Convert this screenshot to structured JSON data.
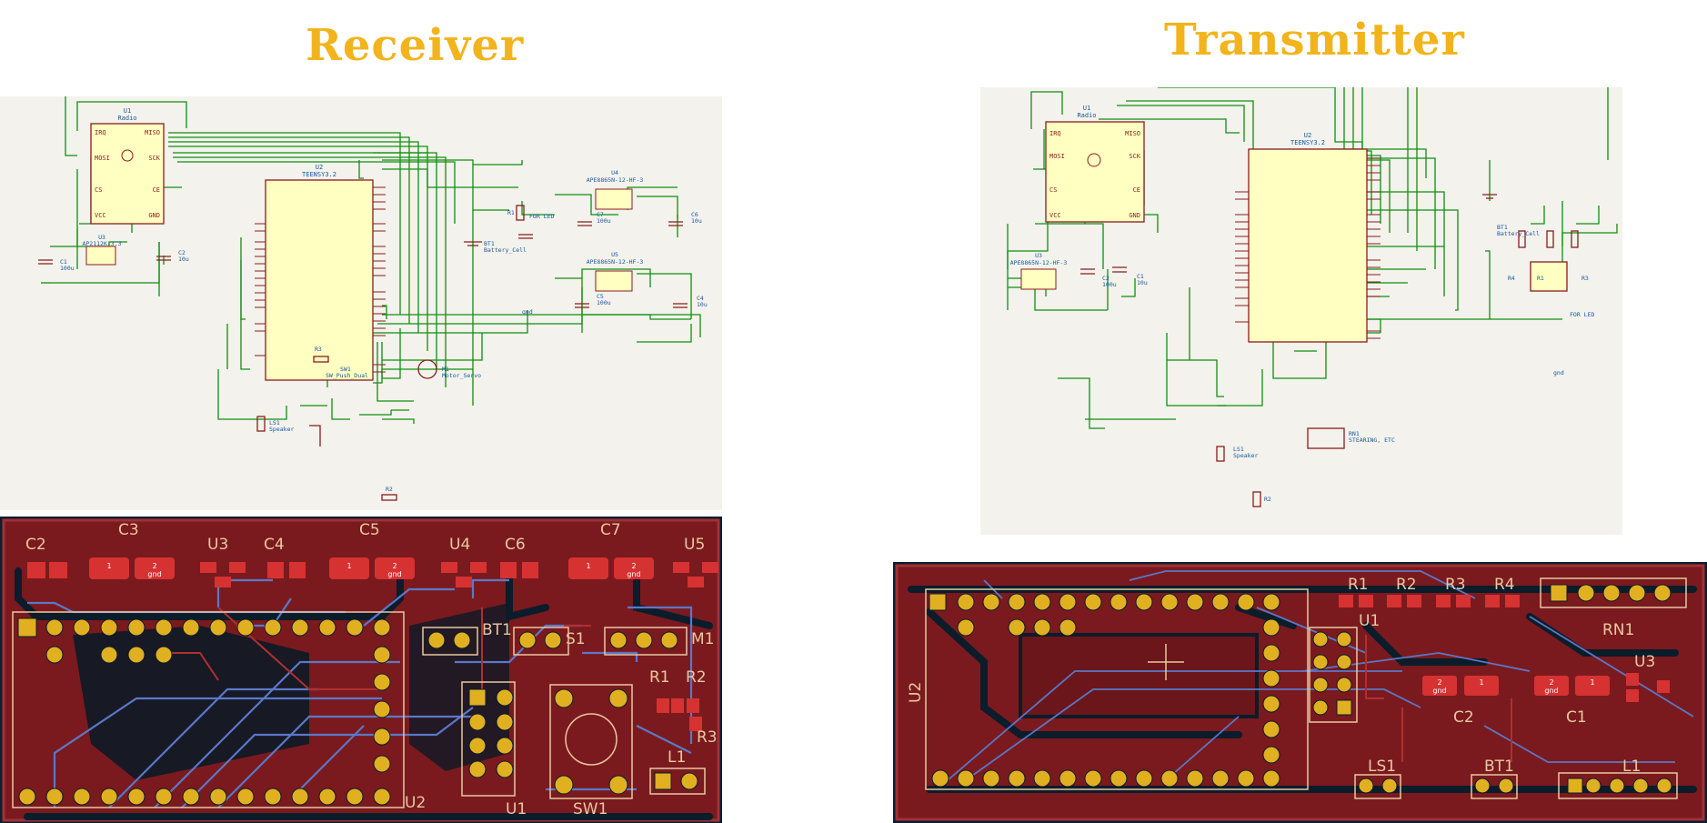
{
  "titles": {
    "receiver": "Receiver",
    "transmitter": "Transmitter"
  },
  "colors": {
    "title": "#f2b41c",
    "schematic_bg": "#f3f2ec",
    "wire": "#109010",
    "component": "#8b1c1c",
    "ic_fill": "#ffffc2",
    "pcb_bg": "#0d1f2e",
    "board": "#7a1a1e",
    "pad": "#e0b020",
    "trace": "#5a78c8",
    "silk": "#e8c8a0"
  },
  "receiver_schematic": {
    "u1": {
      "ref": "U1",
      "value": "Radio",
      "left_pins": [
        "IRQ",
        "MOSI",
        "CS",
        "VCC"
      ],
      "right_pins": [
        "MISO",
        "SCK",
        "CE",
        "GND"
      ]
    },
    "u2": {
      "ref": "U2",
      "value": "TEENSY3.2"
    },
    "u3": {
      "ref": "U3",
      "value": "AP2112K-3.3"
    },
    "u4": {
      "ref": "U4",
      "value": "APE8865N-12-HF-3"
    },
    "u5": {
      "ref": "U5",
      "value": "APE8865N-12-HF-3"
    },
    "labels": {
      "r1": "R1",
      "l1": "FOR LED",
      "bt1": "BT1",
      "bt1_val": "Battery_Cell",
      "c1": "C1",
      "c1v": "100u",
      "c2": "C2",
      "c2v": "10u",
      "c6": "C6",
      "c6v": "10u",
      "c7": "C7",
      "c7v": "100u",
      "c5": "C5",
      "c5v": "100u",
      "c4": "C4",
      "c4v": "10u",
      "ls1": "LS1",
      "ls1v": "Speaker",
      "r3": "R3",
      "sw1": "SW1",
      "sw1v": "SW_Push_Dual",
      "m1": "M1",
      "m1v": "Motor_Servo",
      "r2": "R2",
      "gnd": "gnd"
    }
  },
  "transmitter_schematic": {
    "u1": {
      "ref": "U1",
      "value": "Radio",
      "left_pins": [
        "IRQ",
        "MOSI",
        "CS",
        "VCC"
      ],
      "right_pins": [
        "MISO",
        "SCK",
        "CE",
        "GND"
      ]
    },
    "u2": {
      "ref": "U2",
      "value": "TEENSY3.2"
    },
    "u3": {
      "ref": "U3",
      "value": "APE8865N-12-HF-3"
    },
    "labels": {
      "c2": "C2",
      "c2v": "100u",
      "c1": "C1",
      "c1v": "10u",
      "bt1": "BT1",
      "bt1v": "Battery_Cell",
      "r4": "R4",
      "r1": "R1",
      "r3": "R3",
      "led": "FOR LED",
      "gnd": "gnd",
      "ls1": "LS1",
      "ls1v": "Speaker",
      "rn1": "RN1",
      "rn1v": "STEARING, ETC",
      "r2": "R2"
    }
  },
  "receiver_pcb": {
    "labels": {
      "c2": "C2",
      "c3": "C3",
      "u3": "U3",
      "c4": "C4",
      "c5": "C5",
      "u4": "U4",
      "c6": "C6",
      "c7": "C7",
      "u5": "U5",
      "bt1": "BT1",
      "s1": "S1",
      "m1": "M1",
      "r1": "R1",
      "r2": "R2",
      "r3": "R3",
      "l1": "L1",
      "u2": "U2",
      "u1": "U1",
      "sw1": "SW1",
      "pad1": "1",
      "pad2": "2",
      "gnd": "gnd"
    }
  },
  "transmitter_pcb": {
    "labels": {
      "r1": "R1",
      "r2": "R2",
      "r3": "R3",
      "r4": "R4",
      "u1": "U1",
      "rn1": "RN1",
      "u3": "U3",
      "c2": "C2",
      "c1": "C1",
      "u2": "U2",
      "ls1": "LS1",
      "bt1": "BT1",
      "l1": "L1",
      "pad1": "1",
      "pad2": "2",
      "gnd": "gnd"
    }
  }
}
